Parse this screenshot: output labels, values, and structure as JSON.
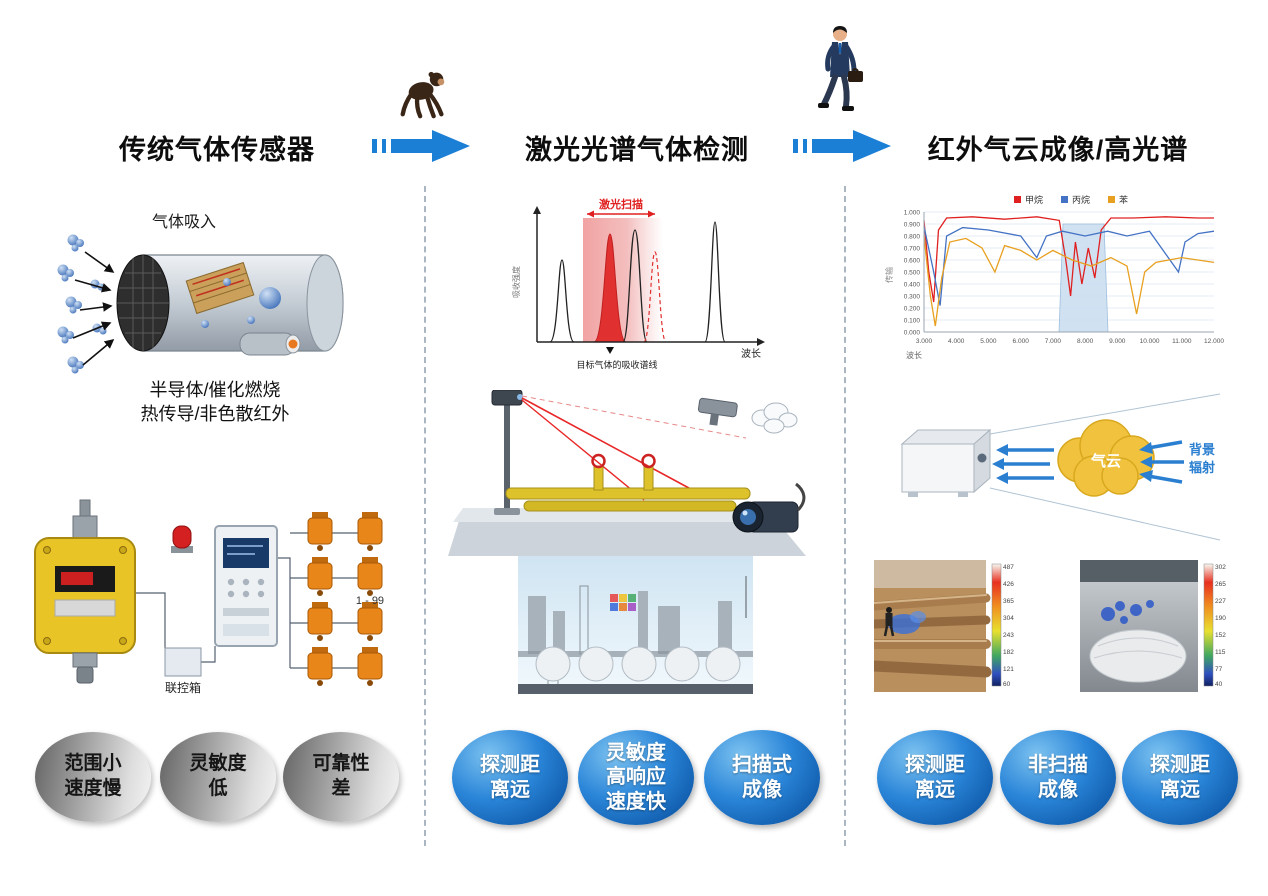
{
  "page": {
    "background": "#ffffff",
    "accent_blue": "#1b7fd6"
  },
  "header": {
    "titles": [
      "传统气体传感器",
      "激光光谱气体检测",
      "红外气云成像/高光谱"
    ],
    "figures": [
      "monkey-walking",
      "businessman-walking"
    ]
  },
  "col1": {
    "intake_label": "气体吸入",
    "tech_text": "半导体/催化燃烧\n热传导/非色散红外",
    "system": {
      "controller_label": "联控箱",
      "count_label": "1 - 99"
    },
    "badges": [
      "范围小\n速度慢",
      "灵敏度\n低",
      "可靠性\n差"
    ]
  },
  "col2": {
    "spectrum": {
      "type": "line",
      "scan_label": "激光扫描",
      "xlabel": "波长",
      "ylabel": "吸收强度",
      "annotation": "目标气体的吸收谱线",
      "description": "narrow absorption peaks, red tunable-laser scan band sweeping over target gas absorption line"
    },
    "badges": [
      "探测距\n离远",
      "灵敏度\n高响应\n速度快",
      "扫描式\n成像"
    ]
  },
  "col3": {
    "chart": {
      "type": "line",
      "legend": [
        "甲烷",
        "丙烷",
        "苯"
      ],
      "legend_colors": [
        "#e02020",
        "#4472c4",
        "#e8a020"
      ],
      "ylabel": "传输",
      "xlabel": "波长",
      "yticks": [
        "1.000",
        "0.900",
        "0.800",
        "0.700",
        "0.600",
        "0.500",
        "0.400",
        "0.300",
        "0.200",
        "0.100",
        "0.000"
      ],
      "xticks": [
        "3.000",
        "4.000",
        "5.000",
        "6.000",
        "7.000",
        "8.000",
        "9.000",
        "10.000",
        "11.000",
        "12.000"
      ],
      "xrange": [
        3.0,
        12.0
      ],
      "yrange": [
        0.0,
        1.0
      ],
      "shaded_band_um": [
        7.2,
        8.7
      ],
      "series": [
        {
          "name": "甲烷",
          "color": "#e02020",
          "x": [
            3.0,
            3.15,
            3.3,
            3.45,
            3.7,
            4.5,
            5.5,
            6.5,
            7.2,
            7.4,
            7.55,
            7.7,
            7.9,
            8.1,
            8.3,
            8.5,
            8.8,
            9.5,
            10.5,
            11.5,
            12.0
          ],
          "y": [
            0.93,
            0.5,
            0.25,
            0.85,
            0.95,
            0.96,
            0.94,
            0.96,
            0.93,
            0.6,
            0.3,
            0.75,
            0.4,
            0.7,
            0.45,
            0.85,
            0.95,
            0.95,
            0.96,
            0.95,
            0.95
          ]
        },
        {
          "name": "丙烷",
          "color": "#4472c4",
          "x": [
            3.0,
            3.3,
            3.5,
            3.7,
            4.2,
            5.0,
            6.0,
            6.5,
            6.8,
            7.3,
            8.0,
            8.7,
            9.3,
            10.0,
            10.9,
            11.1,
            11.5,
            12.0
          ],
          "y": [
            0.88,
            0.5,
            0.22,
            0.8,
            0.87,
            0.85,
            0.8,
            0.62,
            0.8,
            0.84,
            0.8,
            0.84,
            0.8,
            0.84,
            0.5,
            0.75,
            0.82,
            0.84
          ]
        },
        {
          "name": "苯",
          "color": "#e8a020",
          "x": [
            3.0,
            3.2,
            3.35,
            3.55,
            3.8,
            4.3,
            4.8,
            5.2,
            5.5,
            6.0,
            6.5,
            7.0,
            7.6,
            8.2,
            8.8,
            9.3,
            9.6,
            9.85,
            10.2,
            11.0,
            12.0
          ],
          "y": [
            0.8,
            0.3,
            0.05,
            0.45,
            0.75,
            0.78,
            0.7,
            0.5,
            0.72,
            0.68,
            0.6,
            0.68,
            0.6,
            0.55,
            0.62,
            0.55,
            0.15,
            0.5,
            0.58,
            0.62,
            0.58
          ]
        }
      ]
    },
    "cloud_label": "气云",
    "radiation_label": [
      "背景",
      "辐射"
    ],
    "thermal_left_scale": [
      "487",
      "426",
      "365",
      "304",
      "243",
      "182",
      "121",
      "60"
    ],
    "thermal_right_scale": [
      "302",
      "265",
      "227",
      "190",
      "152",
      "115",
      "77",
      "40"
    ],
    "badges": [
      "探测距\n离远",
      "非扫描\n成像",
      "探测距\n离远"
    ]
  }
}
